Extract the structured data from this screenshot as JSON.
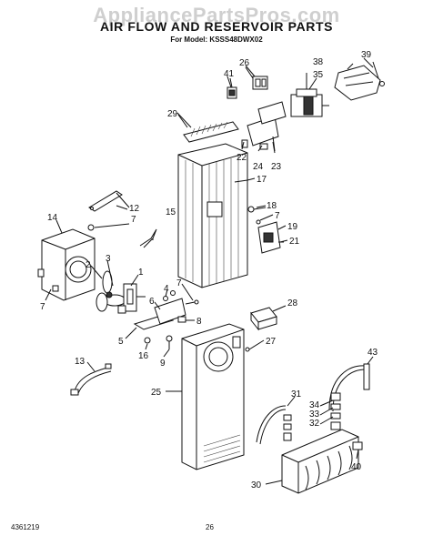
{
  "watermark": "AppliancePartsPros.com",
  "title": "AIR FLOW AND RESERVOIR PARTS",
  "subtitle": "For Model: KSSS48DWX02",
  "footer": {
    "doc_number": "4361219",
    "page_number": "26"
  },
  "callouts": [
    {
      "id": "c1",
      "text": "1"
    },
    {
      "id": "c2",
      "text": "2"
    },
    {
      "id": "c3",
      "text": "3"
    },
    {
      "id": "c4",
      "text": "4"
    },
    {
      "id": "c5",
      "text": "5"
    },
    {
      "id": "c6",
      "text": "6"
    },
    {
      "id": "c7a",
      "text": "7"
    },
    {
      "id": "c7b",
      "text": "7"
    },
    {
      "id": "c7c",
      "text": "7"
    },
    {
      "id": "c7d",
      "text": "7"
    },
    {
      "id": "c8",
      "text": "8"
    },
    {
      "id": "c9",
      "text": "9"
    },
    {
      "id": "c12",
      "text": "12"
    },
    {
      "id": "c13",
      "text": "13"
    },
    {
      "id": "c14",
      "text": "14"
    },
    {
      "id": "c15",
      "text": "15"
    },
    {
      "id": "c16",
      "text": "16"
    },
    {
      "id": "c17",
      "text": "17"
    },
    {
      "id": "c18",
      "text": "18"
    },
    {
      "id": "c19",
      "text": "19"
    },
    {
      "id": "c21",
      "text": "21"
    },
    {
      "id": "c22",
      "text": "22"
    },
    {
      "id": "c23",
      "text": "23"
    },
    {
      "id": "c24",
      "text": "24"
    },
    {
      "id": "c25",
      "text": "25"
    },
    {
      "id": "c26",
      "text": "26"
    },
    {
      "id": "c27",
      "text": "27"
    },
    {
      "id": "c28",
      "text": "28"
    },
    {
      "id": "c29",
      "text": "29"
    },
    {
      "id": "c30",
      "text": "30"
    },
    {
      "id": "c31",
      "text": "31"
    },
    {
      "id": "c32",
      "text": "32"
    },
    {
      "id": "c33",
      "text": "33"
    },
    {
      "id": "c34",
      "text": "34"
    },
    {
      "id": "c35",
      "text": "35"
    },
    {
      "id": "c38",
      "text": "38"
    },
    {
      "id": "c39",
      "text": "39"
    },
    {
      "id": "c40",
      "text": "40"
    },
    {
      "id": "c41",
      "text": "41"
    },
    {
      "id": "c43",
      "text": "43"
    }
  ]
}
